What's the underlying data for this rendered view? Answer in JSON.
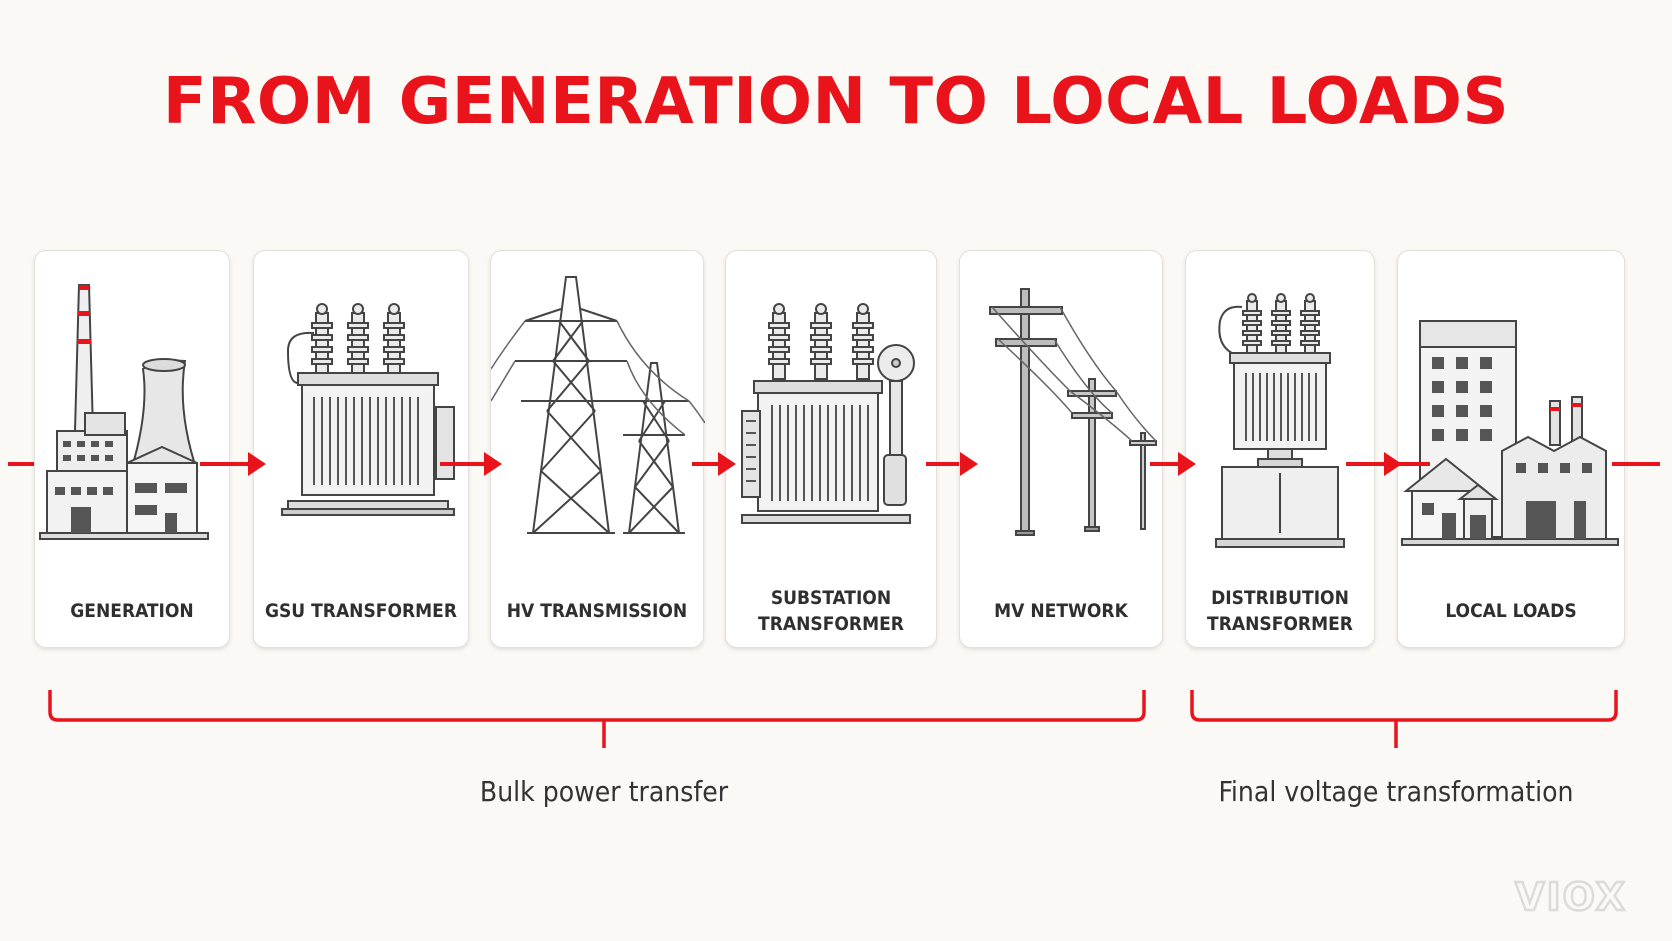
{
  "title": "FROM GENERATION TO LOCAL LOADS",
  "colors": {
    "accent": "#e8131b",
    "ink": "#333333",
    "card": "#ffffff",
    "background": "#fbf9f5"
  },
  "stages": [
    {
      "label": "GENERATION",
      "icon": "power-plant-icon"
    },
    {
      "label": "GSU TRANSFORMER",
      "icon": "gsu-transformer-icon"
    },
    {
      "label": "HV TRANSMISSION",
      "icon": "transmission-tower-icon"
    },
    {
      "label": "SUBSTATION\nTRANSFORMER",
      "icon": "substation-transformer-icon"
    },
    {
      "label": "MV NETWORK",
      "icon": "utility-pole-icon"
    },
    {
      "label": "DISTRIBUTION\nTRANSFORMER",
      "icon": "distribution-transformer-icon"
    },
    {
      "label": "LOCAL LOADS",
      "icon": "buildings-icon"
    }
  ],
  "groups": [
    {
      "label": "Bulk power transfer"
    },
    {
      "label": "Final voltage transformation"
    }
  ],
  "watermark": "VIOX"
}
